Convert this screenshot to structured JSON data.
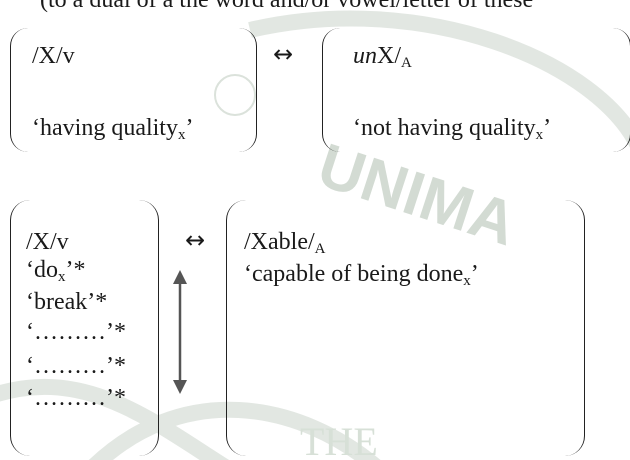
{
  "top_fragment": "(to a dual of a the word and/or vowel/letter of these",
  "block1": {
    "left": {
      "form": "/X/v",
      "gloss": "‘having quality",
      "gloss_sub": "x",
      "gloss_end": "’"
    },
    "arrow": "↔",
    "right": {
      "form_italic": "un",
      "form": "X/",
      "form_sub": "A",
      "gloss": "‘not having quality",
      "gloss_sub": "x",
      "gloss_end": "’"
    }
  },
  "block2": {
    "left": {
      "form": "/X/v",
      "lines": [
        {
          "pre": "‘do",
          "sub": "x",
          "post": "’*"
        },
        {
          "pre": "‘break’*",
          "sub": "",
          "post": ""
        },
        {
          "pre": "‘………’*",
          "sub": "",
          "post": ""
        },
        {
          "pre": "‘………’*",
          "sub": "",
          "post": ""
        },
        {
          "pre": "‘………’*",
          "sub": "",
          "post": ""
        }
      ]
    },
    "arrow": "↔",
    "right": {
      "form": "/Xable/",
      "form_sub": "A",
      "gloss": "‘capable of being done",
      "gloss_sub": "x",
      "gloss_end": "’"
    }
  },
  "watermark": {
    "text": "UNIMA",
    "text2": "THE",
    "color": "#cfd8cf"
  }
}
